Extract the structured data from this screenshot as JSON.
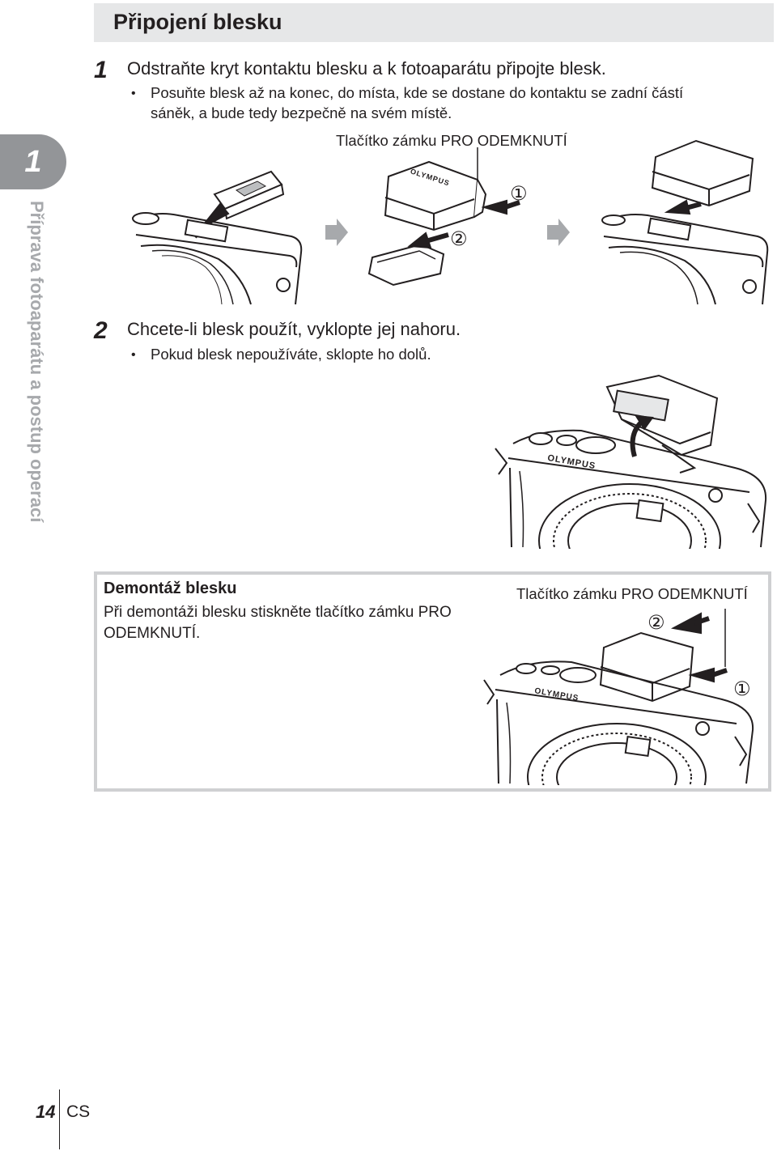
{
  "page": {
    "title": "Připojení blesku",
    "chapter_number": "1",
    "chapter_title": "Příprava fotoaparátu a postup operací",
    "page_number": "14",
    "language": "CS"
  },
  "step1": {
    "number": "1",
    "text": "Odstraňte kryt kontaktu blesku a k fotoaparátu připojte blesk.",
    "bullet": "Posuňte blesk až na konec, do místa, kde se dostane do kontaktu se zadní částí sáněk, a bude tedy bezpečně na svém místě.",
    "caption": "Tlačítko zámku PRO ODEMKNUTÍ",
    "marker_1": "①",
    "marker_2": "②"
  },
  "step2": {
    "number": "2",
    "text": "Chcete-li blesk použít, vyklopte jej nahoru.",
    "bullet": "Pokud blesk nepoužíváte, sklopte ho dolů.",
    "brand": "OLYMPUS"
  },
  "removal": {
    "title": "Demontáž blesku",
    "text": "Při demontáži blesku stiskněte tlačítko zámku PRO ODEMKNUTÍ.",
    "caption": "Tlačítko zámku PRO ODEMKNUTÍ",
    "marker_1": "①",
    "marker_2": "②",
    "brand": "OLYMPUS"
  },
  "flash_brand": "OLYMPUS",
  "colors": {
    "header_bg": "#e6e7e8",
    "tab_bg": "#939598",
    "side_text": "#a7a9ac",
    "box_border": "#cfd0d2",
    "ink": "#231f20"
  }
}
